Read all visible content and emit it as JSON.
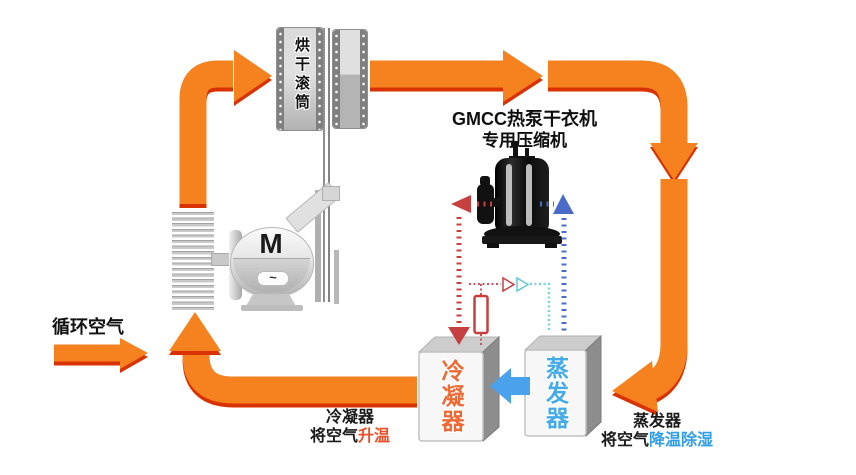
{
  "labels": {
    "circulating_air": "循环空气",
    "drum": "烘干滚筒",
    "motor": "M",
    "motor_tilde": "~",
    "compressor_line1": "GMCC热泵干衣机",
    "compressor_line2": "专用压缩机",
    "condenser_box": "冷凝器",
    "evaporator_box": "蒸发器",
    "condenser_note_title": "冷凝器",
    "condenser_note_black": "将空气",
    "condenser_note_red": "升温",
    "evaporator_note_title": "蒸发器",
    "evaporator_note_black": "将空气",
    "evaporator_note_blue": "降温除湿"
  },
  "colors": {
    "loop_orange": "#f6821f",
    "loop_shadow": "#d83200",
    "hot_refrigerant_red": "#c64040",
    "suction_line_blue": "#4a6cc8",
    "liquid_line_cyan": "#7ad4e0",
    "inter_box_arrow_blue": "#4aa2ec",
    "condenser_text": "#ee6a35",
    "evaporator_text": "#45aae8",
    "heat_text": "#e8502a",
    "cool_text": "#2f9de8"
  }
}
